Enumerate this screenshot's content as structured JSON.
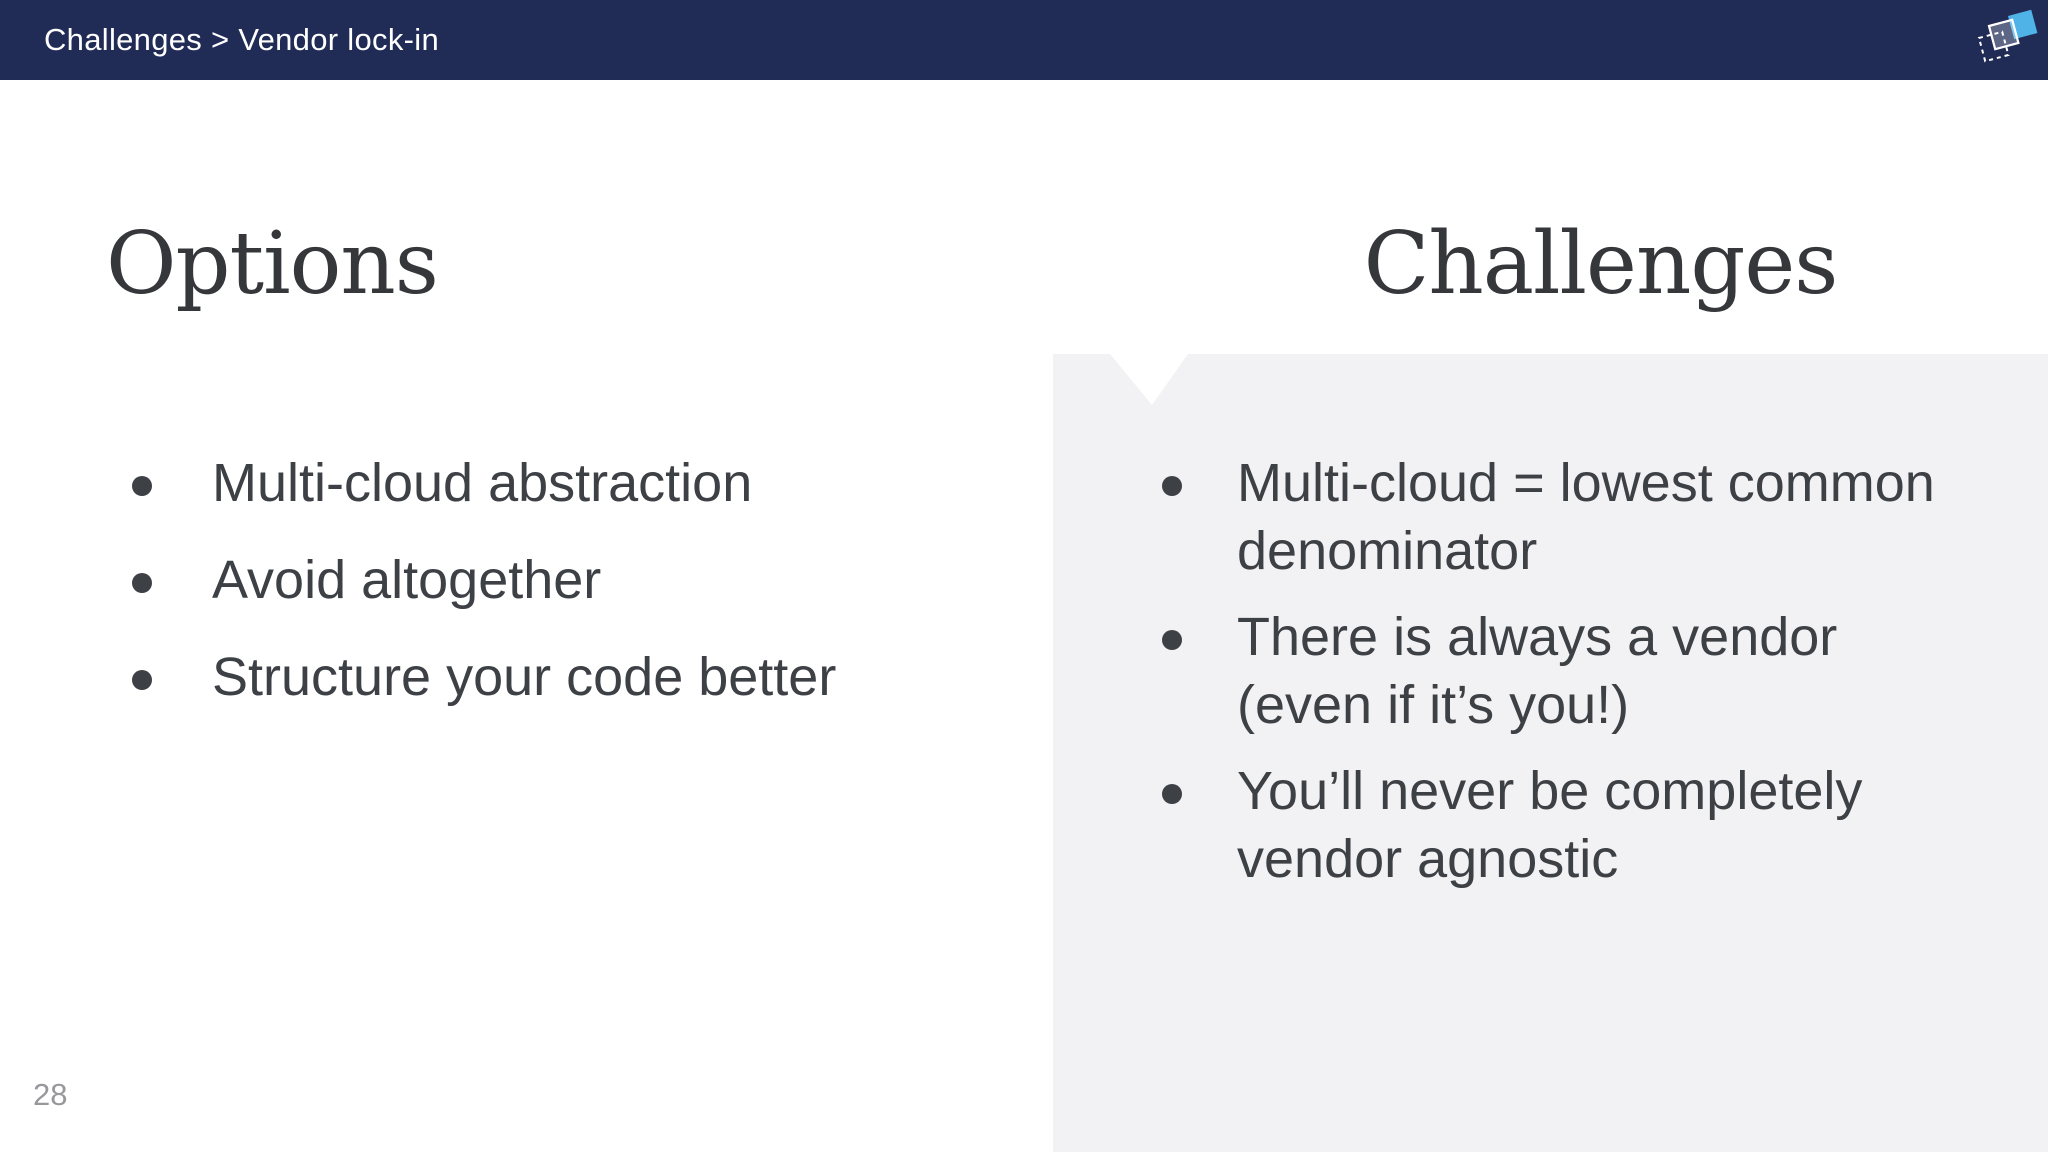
{
  "header": {
    "breadcrumb": "Challenges > Vendor lock-in",
    "background_color": "#202b56",
    "logo": {
      "name": "overlapping-squares-logo",
      "blue": "#4fb3e8"
    }
  },
  "options": {
    "title": "Options",
    "bullets": [
      "Multi-cloud abstraction",
      "Avoid altogether",
      "Structure your code better"
    ]
  },
  "challenges": {
    "title": "Challenges",
    "panel_color": "#f2f1f3",
    "bullets": [
      "Multi-cloud = lowest common denominator",
      "There is always a vendor (even if it’s you!)",
      "You’ll never be completely vendor agnostic"
    ]
  },
  "footer": {
    "page_number": "28"
  },
  "colors": {
    "heading_text": "#36373b",
    "body_text": "#3d4045",
    "page_number_text": "#97979c"
  }
}
